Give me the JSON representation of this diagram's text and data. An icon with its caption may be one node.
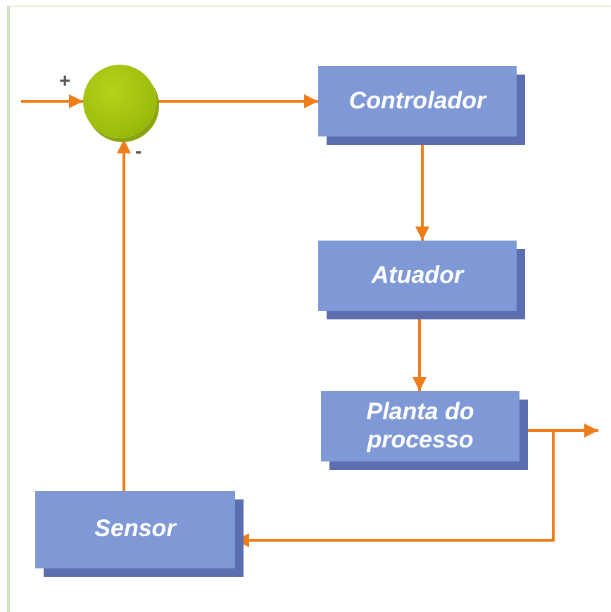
{
  "diagram": {
    "nodes": [
      {
        "text": [],
        "shape": "circle"
      },
      {
        "text": [
          "Controlador"
        ]
      },
      {
        "text": [
          "Atuador"
        ]
      },
      {
        "text": [
          "Planta do processo"
        ]
      },
      {
        "text": [
          "Sensor"
        ]
      }
    ],
    "edges": [
      {
        "from": null,
        "to": 0,
        "arrow": "to"
      },
      {
        "from": 0,
        "to": 1,
        "arrow": "to"
      },
      {
        "from": 1,
        "to": 2,
        "arrow": "to"
      },
      {
        "from": 2,
        "to": 3,
        "arrow": "to"
      },
      {
        "from": 3,
        "to": null,
        "arrow": "to"
      },
      {
        "from": 3,
        "to": 4,
        "arrow": "to"
      },
      {
        "from": 4,
        "to": 0,
        "arrow": "to"
      }
    ],
    "labels": [
      "+",
      "-"
    ]
  }
}
